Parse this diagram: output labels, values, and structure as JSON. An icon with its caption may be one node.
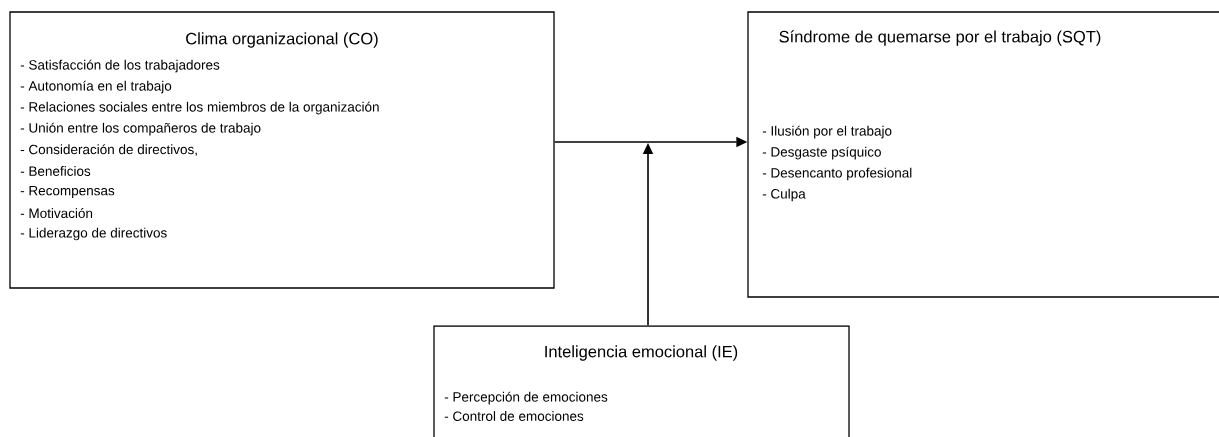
{
  "diagram": {
    "nodes": [
      {
        "text": [
          "Clima organizacional (CO)",
          "- Satisfacción de los trabajadores",
          "- Autonomía en el trabajo",
          "- Relaciones sociales entre los miembros de la organización",
          "- Unión entre los compañeros de trabajo",
          "- Consideración de directivos,",
          "- Beneficios",
          "- Recompensas",
          "- Motivación",
          "- Liderazgo de directivos"
        ]
      },
      {
        "text": [
          "Síndrome de quemarse por el trabajo (SQT)",
          "- Ilusión por el trabajo",
          "- Desgaste psíquico",
          "- Desencanto  profesional",
          "- Culpa"
        ]
      },
      {
        "text": [
          "Inteligencia emocional (IE)",
          "- Percepción de emociones",
          "- Control de emociones"
        ]
      }
    ],
    "edges": [
      {
        "from": 0,
        "to": 1,
        "arrow": "to"
      },
      {
        "from": 2,
        "to": null,
        "arrow": "to"
      }
    ]
  }
}
